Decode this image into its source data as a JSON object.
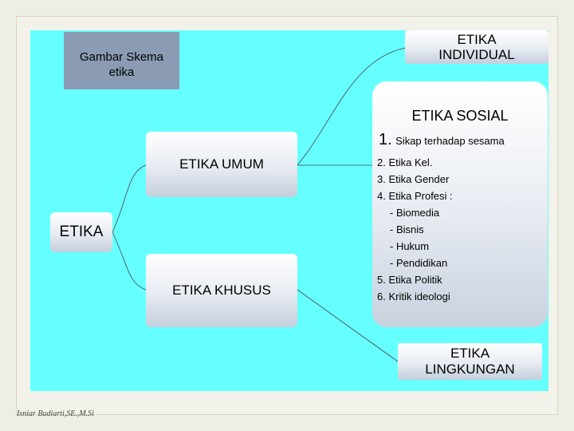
{
  "title_box": "Gambar Skema etika",
  "nodes": {
    "individual": "ETIKA INDIVIDUAL",
    "umum": "ETIKA UMUM",
    "etika": "ETIKA",
    "khusus": "ETIKA KHUSUS",
    "lingkungan": "ETIKA LINGKUNGAN"
  },
  "sosial": {
    "heading": "ETIKA SOSIAL",
    "first_number": "1.",
    "first_text": "Sikap terhadap sesama",
    "items": [
      "2. Etika Kel.",
      "3. Etika Gender",
      "4. Etika Profesi  :",
      "- Biomedia",
      "- Bisnis",
      "- Hukum",
      "- Pendidikan",
      "5. Etika Politik",
      "6. Kritik ideologi"
    ]
  },
  "author": "Isniar Budiarti,SE.,M.Si",
  "colors": {
    "background": "#66ffff",
    "title_box": "#8b9bb4",
    "line": "#444444"
  }
}
